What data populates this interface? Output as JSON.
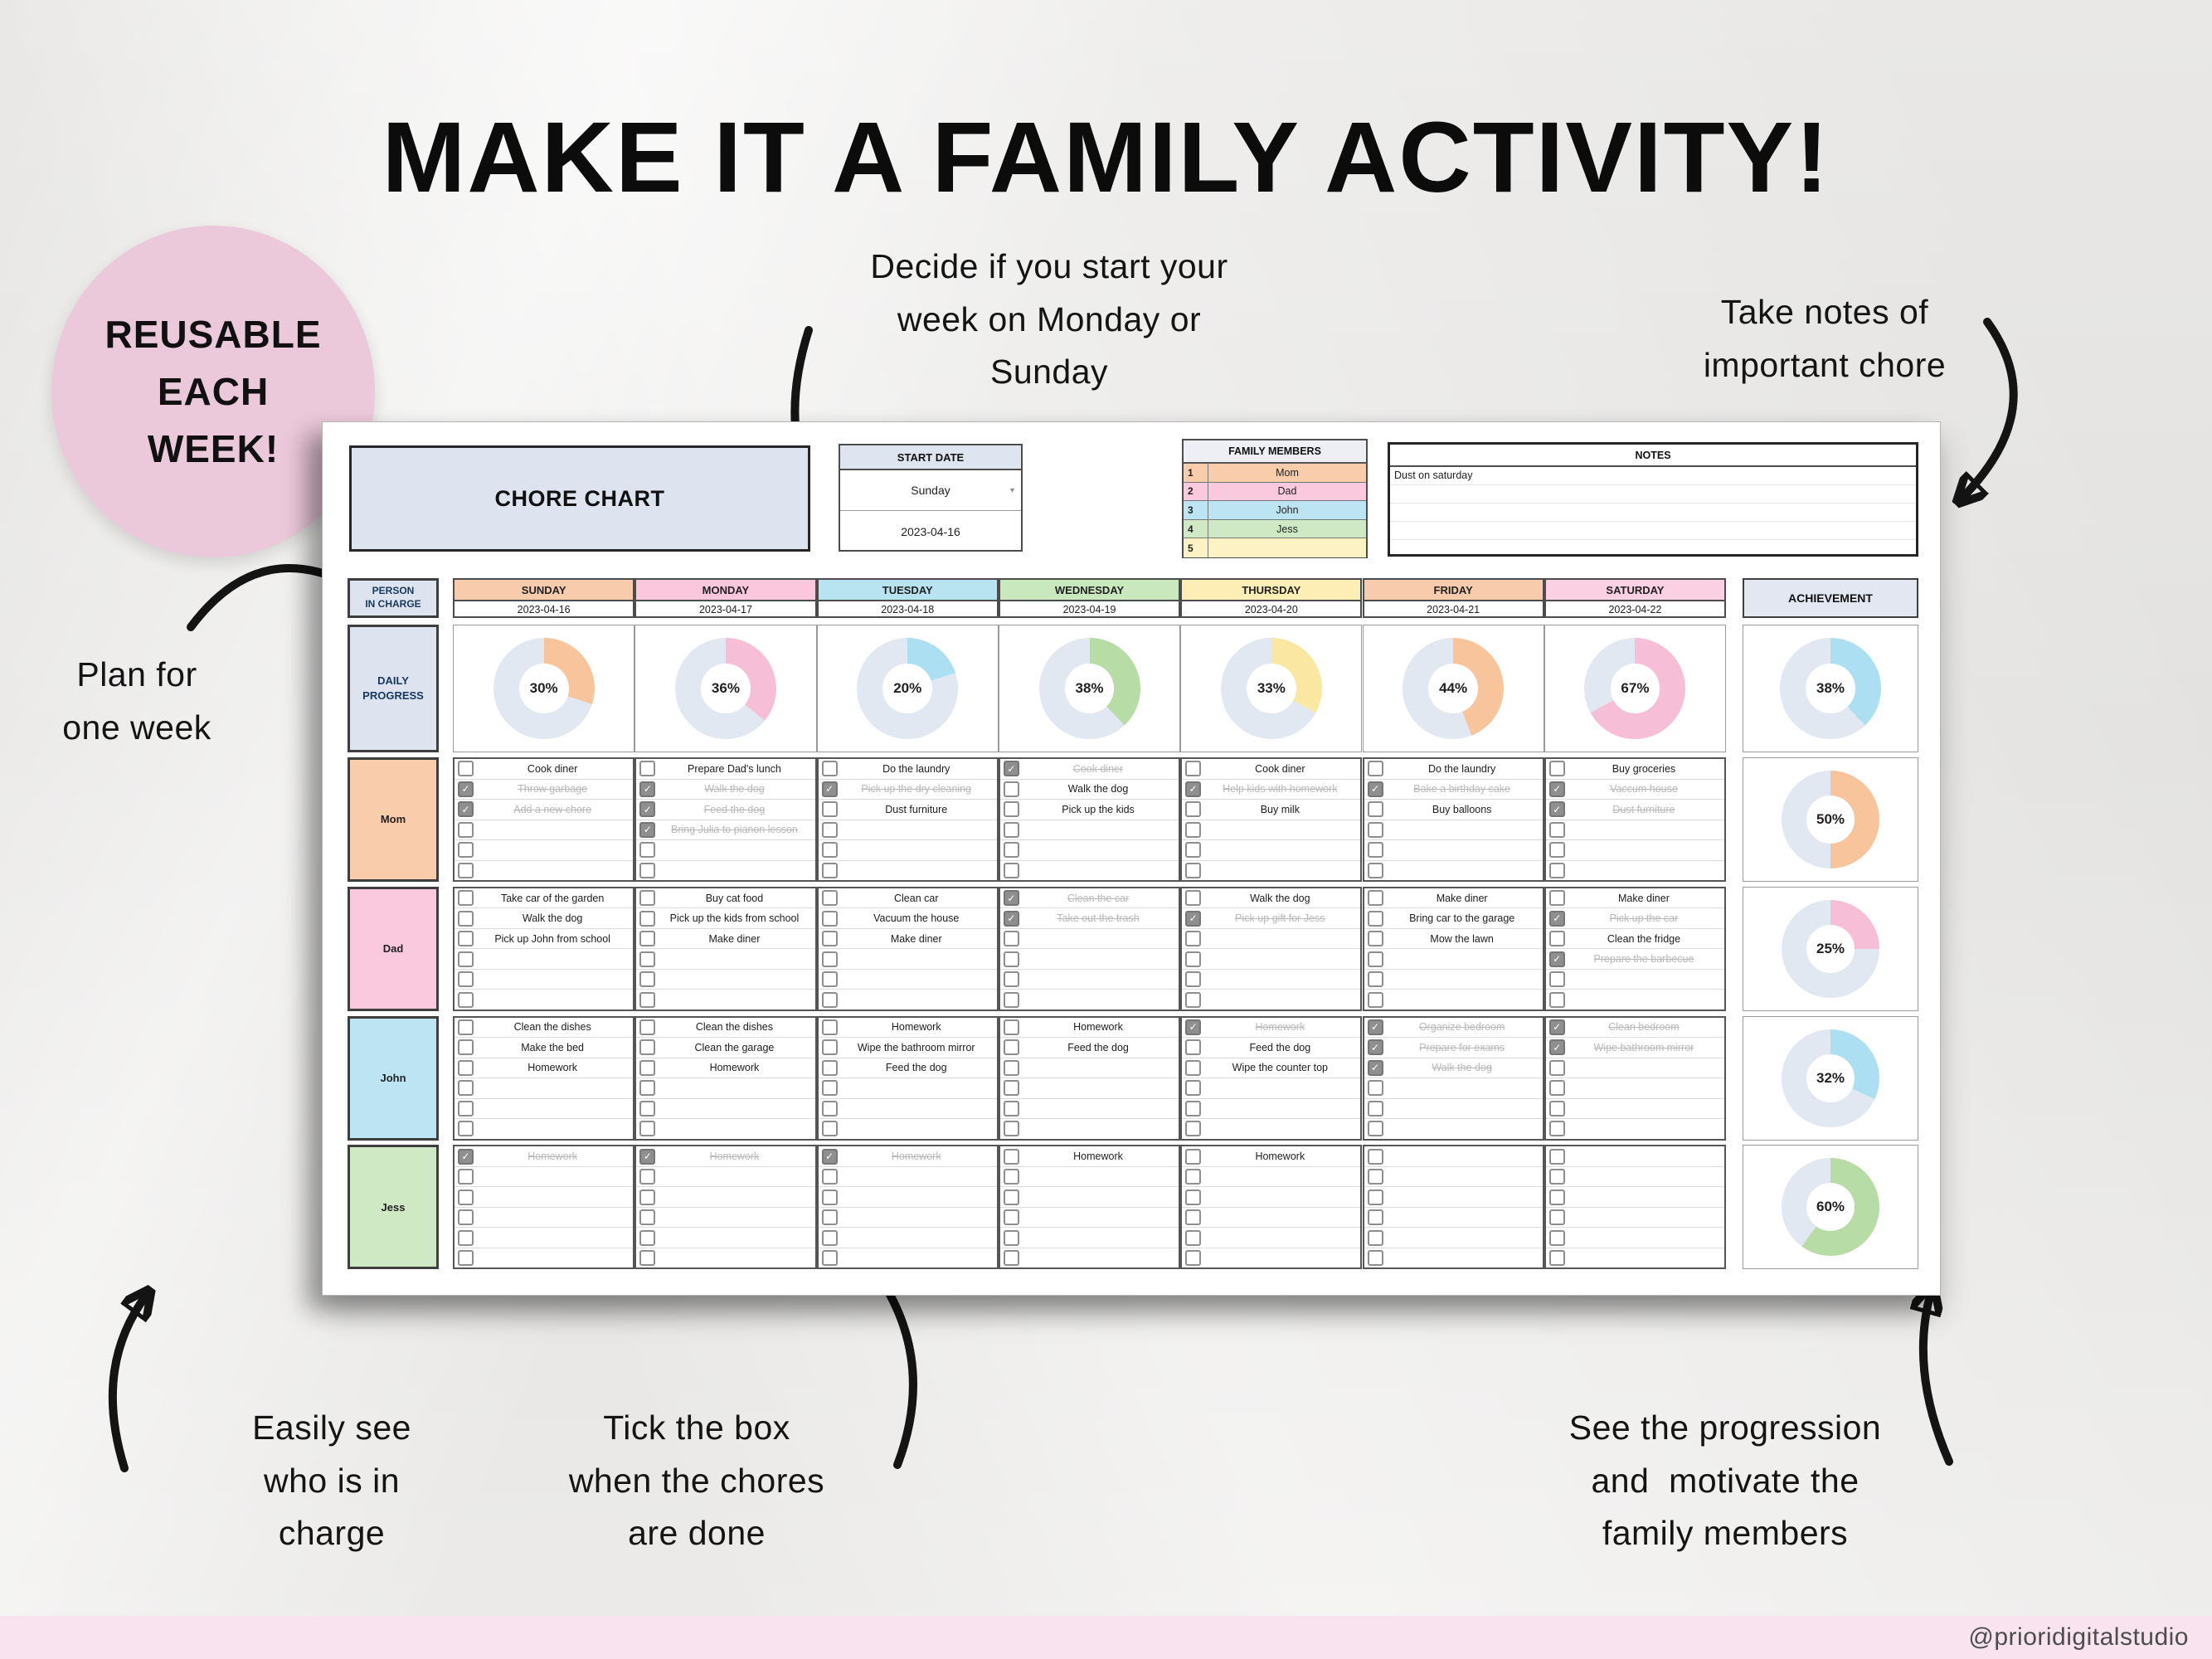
{
  "title": "MAKE IT A FAMILY ACTIVITY!",
  "badge": {
    "line1": "REUSABLE",
    "line2": "EACH",
    "line3": "WEEK!"
  },
  "annotations": {
    "start_week": "Decide if you start your\nweek on Monday or\nSunday",
    "take_notes": "Take notes of\nimportant chore",
    "plan_week": "Plan for\none week",
    "in_charge": "Easily see\nwho is in\ncharge",
    "tick_box": "Tick the box\nwhen the chores\nare done",
    "progression": "See the progression\nand  motivate the\nfamily members"
  },
  "sheet": {
    "title": "CHORE CHART",
    "start_date": {
      "header": "START DATE",
      "day": "Sunday",
      "date": "2023-04-16"
    },
    "family_members": {
      "header": "FAMILY MEMBERS",
      "rows": [
        {
          "num": "1",
          "name": "Mom",
          "color": "#f9cdab"
        },
        {
          "num": "2",
          "name": "Dad",
          "color": "#fbc9dd"
        },
        {
          "num": "3",
          "name": "John",
          "color": "#bce4f2"
        },
        {
          "num": "4",
          "name": "Jess",
          "color": "#cfe9c4"
        },
        {
          "num": "5",
          "name": "",
          "color": "#fdf2c3"
        }
      ]
    },
    "notes": {
      "header": "NOTES",
      "content": "Dust on saturday"
    },
    "person_in_charge": "PERSON\nIN CHARGE",
    "achievement_label": "ACHIEVEMENT",
    "daily_progress_label": "DAILY\nPROGRESS",
    "days": [
      {
        "name": "SUNDAY",
        "date": "2023-04-16",
        "color": "#f8cbad"
      },
      {
        "name": "MONDAY",
        "date": "2023-04-17",
        "color": "#fbc7dd"
      },
      {
        "name": "TUESDAY",
        "date": "2023-04-18",
        "color": "#b8e3f1"
      },
      {
        "name": "WEDNESDAY",
        "date": "2023-04-19",
        "color": "#c9e8bd"
      },
      {
        "name": "THURSDAY",
        "date": "2023-04-20",
        "color": "#fdeeb6"
      },
      {
        "name": "FRIDAY",
        "date": "2023-04-21",
        "color": "#f8cbad"
      },
      {
        "name": "SATURDAY",
        "date": "2023-04-22",
        "color": "#fbd0e2"
      }
    ],
    "daily_progress": {
      "values": [
        {
          "pct": 30,
          "color": "#f8c49c"
        },
        {
          "pct": 36,
          "color": "#f7bed8"
        },
        {
          "pct": 20,
          "color": "#abdff1"
        },
        {
          "pct": 38,
          "color": "#b7dca6"
        },
        {
          "pct": 33,
          "color": "#fae7a2"
        },
        {
          "pct": 44,
          "color": "#f8c49c"
        },
        {
          "pct": 67,
          "color": "#f7bed8"
        }
      ],
      "achievement": {
        "pct": 38,
        "color": "#abdff1"
      }
    },
    "rest_color": "#e2e8f1",
    "members": [
      {
        "name": "Mom",
        "color": "#f9cdab",
        "achievement": {
          "pct": 50,
          "color": "#f8c49c"
        },
        "chores": [
          [
            {
              "t": "Cook diner",
              "done": false
            },
            {
              "t": "Throw garbage",
              "done": true
            },
            {
              "t": "Add a new chore",
              "done": true
            }
          ],
          [
            {
              "t": "Prepare Dad's lunch",
              "done": false
            },
            {
              "t": "Walk the dog",
              "done": true
            },
            {
              "t": "Feed the dog",
              "done": true
            },
            {
              "t": "Bring Julia to pianon lesson",
              "done": true
            }
          ],
          [
            {
              "t": "Do the laundry",
              "done": false
            },
            {
              "t": "Pick up the dry cleaning",
              "done": true
            },
            {
              "t": "Dust furniture",
              "done": false
            }
          ],
          [
            {
              "t": "Cook diner",
              "done": true
            },
            {
              "t": "Walk the dog",
              "done": false
            },
            {
              "t": "Pick up the kids",
              "done": false
            }
          ],
          [
            {
              "t": "Cook diner",
              "done": false
            },
            {
              "t": "Help kids with homework",
              "done": true
            },
            {
              "t": "Buy milk",
              "done": false
            }
          ],
          [
            {
              "t": "Do the laundry",
              "done": false
            },
            {
              "t": "Bake a birthday cake",
              "done": true
            },
            {
              "t": "Buy balloons",
              "done": false
            }
          ],
          [
            {
              "t": "Buy groceries",
              "done": false
            },
            {
              "t": "Vaccum house",
              "done": true
            },
            {
              "t": "Dust furniture",
              "done": true
            }
          ]
        ]
      },
      {
        "name": "Dad",
        "color": "#fbc9dd",
        "achievement": {
          "pct": 25,
          "color": "#f7bed8"
        },
        "chores": [
          [
            {
              "t": "Take car of the garden",
              "done": false
            },
            {
              "t": "Walk the dog",
              "done": false
            },
            {
              "t": "Pick up John from school",
              "done": false
            }
          ],
          [
            {
              "t": "Buy cat food",
              "done": false
            },
            {
              "t": "Pick up the kids from school",
              "done": false
            },
            {
              "t": "Make diner",
              "done": false
            }
          ],
          [
            {
              "t": "Clean car",
              "done": false
            },
            {
              "t": "Vacuum the house",
              "done": false
            },
            {
              "t": "Make diner",
              "done": false
            }
          ],
          [
            {
              "t": "Clean the car",
              "done": true
            },
            {
              "t": "Take out the trash",
              "done": true
            }
          ],
          [
            {
              "t": "Walk the dog",
              "done": false
            },
            {
              "t": "Pick up gift for Jess",
              "done": true
            }
          ],
          [
            {
              "t": "Make diner",
              "done": false
            },
            {
              "t": "Bring car to the garage",
              "done": false
            },
            {
              "t": "Mow the lawn",
              "done": false
            }
          ],
          [
            {
              "t": "Make diner",
              "done": false
            },
            {
              "t": "Pick up the car",
              "done": true
            },
            {
              "t": "Clean the fridge",
              "done": false
            },
            {
              "t": "Prepare the barbecue",
              "done": true
            }
          ]
        ]
      },
      {
        "name": "John",
        "color": "#bce4f2",
        "achievement": {
          "pct": 32,
          "color": "#abdff1"
        },
        "chores": [
          [
            {
              "t": "Clean the dishes",
              "done": false
            },
            {
              "t": "Make the bed",
              "done": false
            },
            {
              "t": "Homework",
              "done": false
            }
          ],
          [
            {
              "t": "Clean the dishes",
              "done": false
            },
            {
              "t": "Clean the garage",
              "done": false
            },
            {
              "t": "Homework",
              "done": false
            }
          ],
          [
            {
              "t": "Homework",
              "done": false
            },
            {
              "t": "Wipe the bathroom mirror",
              "done": false
            },
            {
              "t": "Feed the dog",
              "done": false
            }
          ],
          [
            {
              "t": "Homework",
              "done": false
            },
            {
              "t": "Feed the dog",
              "done": false
            }
          ],
          [
            {
              "t": "Homework",
              "done": true
            },
            {
              "t": "Feed the dog",
              "done": false
            },
            {
              "t": "Wipe the counter top",
              "done": false
            }
          ],
          [
            {
              "t": "Organize bedroom",
              "done": true
            },
            {
              "t": "Prepare for exams",
              "done": true
            },
            {
              "t": "Walk the dog",
              "done": true
            }
          ],
          [
            {
              "t": "Clean bedroom",
              "done": true
            },
            {
              "t": "Wipe bathroom mirror",
              "done": true
            }
          ]
        ]
      },
      {
        "name": "Jess",
        "color": "#cfe9c4",
        "achievement": {
          "pct": 60,
          "color": "#b7dca6"
        },
        "chores": [
          [
            {
              "t": "Homework",
              "done": true
            }
          ],
          [
            {
              "t": "Homework",
              "done": true
            }
          ],
          [
            {
              "t": "Homework",
              "done": true
            }
          ],
          [
            {
              "t": "Homework",
              "done": false
            }
          ],
          [
            {
              "t": "Homework",
              "done": false
            }
          ],
          [],
          []
        ]
      }
    ]
  },
  "footer": {
    "handle": "@prioridigitalstudio"
  }
}
